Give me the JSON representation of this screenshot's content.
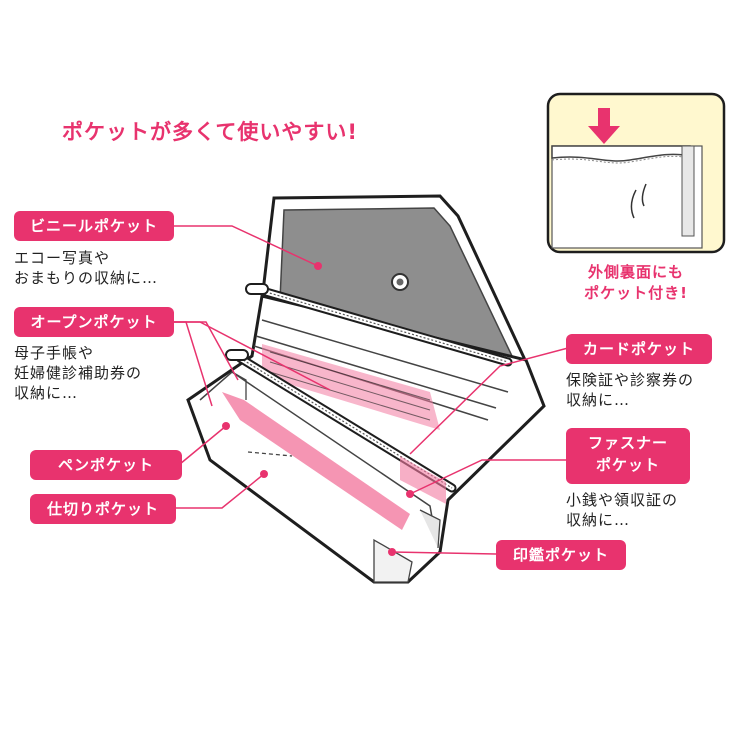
{
  "colors": {
    "accent": "#e8336e",
    "pink_fill": "#f27aa0",
    "pouch_gray": "#8e8e8e",
    "inset_bg": "#fff8cf",
    "outline": "#1e1e1e"
  },
  "headline": "ポケットが多くて使いやすい!",
  "inset": {
    "note": "外側裏面にも\nポケット付き!",
    "icon": "arrow-down-icon"
  },
  "callouts": {
    "vinyl": {
      "label": "ビニールポケット",
      "description": "エコー写真や\nおまもりの収納に…"
    },
    "open": {
      "label": "オープンポケット",
      "description": "母子手帳や\n妊婦健診補助券の\n収納に…"
    },
    "pen": {
      "label": "ペンポケット"
    },
    "divider": {
      "label": "仕切りポケット"
    },
    "card": {
      "label": "カードポケット",
      "description": "保険証や診察券の\n収納に…"
    },
    "zipper": {
      "label": "ファスナー\nポケット",
      "description": "小銭や領収証の\n収納に…"
    },
    "seal": {
      "label": "印鑑ポケット"
    }
  }
}
